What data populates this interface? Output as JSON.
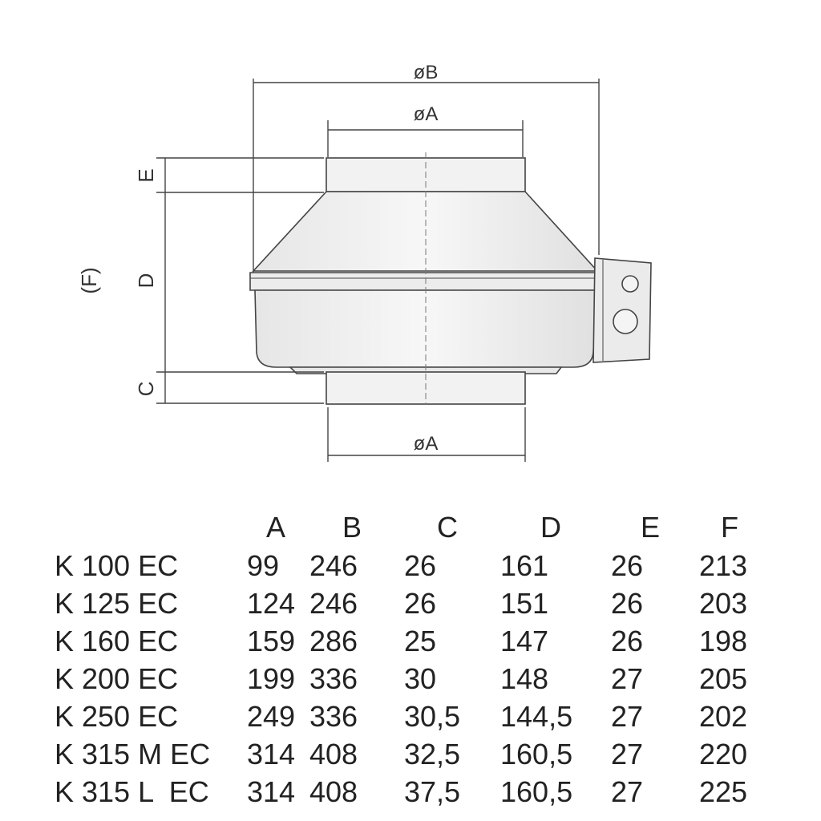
{
  "drawing": {
    "labels": {
      "dia_b": "øB",
      "dia_a_top": "øA",
      "dia_a_bottom": "øA",
      "dim_e": "E",
      "dim_d": "D",
      "dim_c": "C",
      "dim_f": "(F)"
    }
  },
  "table": {
    "headers": [
      "A",
      "B",
      "C",
      "D",
      "E",
      "F"
    ],
    "rows": [
      {
        "model": "K 100 EC",
        "a": "99",
        "b": "246",
        "c": "26",
        "d": "161",
        "e": "26",
        "f": "213"
      },
      {
        "model": "K 125 EC",
        "a": "124",
        "b": "246",
        "c": "26",
        "d": "151",
        "e": "26",
        "f": "203"
      },
      {
        "model": "K 160 EC",
        "a": "159",
        "b": "286",
        "c": "25",
        "d": "147",
        "e": "26",
        "f": "198"
      },
      {
        "model": "K 200 EC",
        "a": "199",
        "b": "336",
        "c": "30",
        "d": "148",
        "e": "27",
        "f": "205"
      },
      {
        "model": "K 250 EC",
        "a": "249",
        "b": "336",
        "c": "30,5",
        "d": "144,5",
        "e": "27",
        "f": "202"
      },
      {
        "model": "K 315 M EC",
        "a": "314",
        "b": "408",
        "c": "32,5",
        "d": "160,5",
        "e": "27",
        "f": "220"
      },
      {
        "model": "K 315 L  EC",
        "a": "314",
        "b": "408",
        "c": "37,5",
        "d": "160,5",
        "e": "27",
        "f": "225"
      }
    ]
  }
}
